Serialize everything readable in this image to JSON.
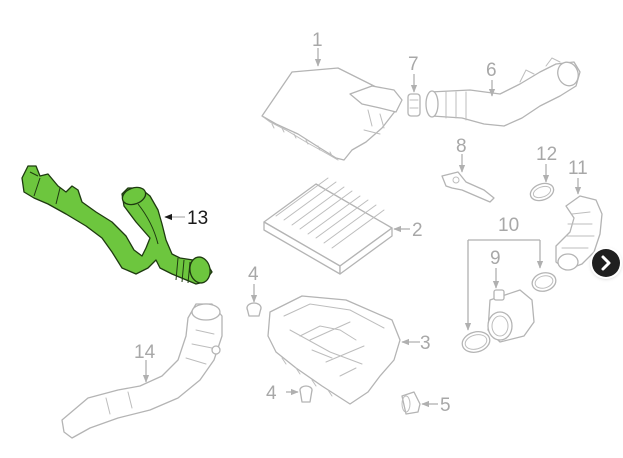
{
  "diagram": {
    "highlight_color": "#6dc63e",
    "line_color": "#b4b4b4",
    "highlighted_part": "13",
    "callouts": {
      "p1": "1",
      "p2": "2",
      "p3": "3",
      "p4a": "4",
      "p4b": "4",
      "p5": "5",
      "p6": "6",
      "p7": "7",
      "p8": "8",
      "p9": "9",
      "p10": "10",
      "p11": "11",
      "p12": "12",
      "p13": "13",
      "p14": "14"
    }
  },
  "controls": {
    "next_icon": "chevron-right-icon"
  }
}
